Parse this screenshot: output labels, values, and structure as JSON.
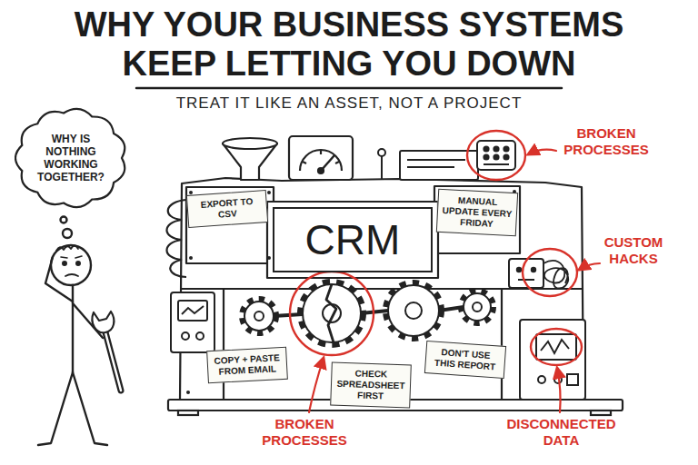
{
  "diagram": {
    "title": "WHY YOUR BUSINESS SYSTEMS KEEP LETTING YOU DOWN",
    "nodes": [
      {
        "text": [
          "WHY IS NOTHING WORKING TOGETHER?"
        ]
      },
      {
        "text": [
          "EXPORT TO CSV"
        ]
      },
      {
        "text": [
          "CRM"
        ]
      },
      {
        "text": [
          "MANUAL UPDATE EVERY FRIDAY"
        ]
      },
      {
        "text": [
          "COPY + PASTE FROM EMAIL"
        ]
      },
      {
        "text": [
          "CHECK SPREADSHEET FIRST"
        ]
      },
      {
        "text": [
          "DON'T USE THIS REPORT"
        ]
      }
    ],
    "labels": [
      "TREAT IT LIKE AN ASSET, NOT A PROJECT",
      "BROKEN PROCESSES",
      "CUSTOM HACKS",
      "BROKEN PROCESSES",
      "DISCONNECTED DATA"
    ]
  }
}
